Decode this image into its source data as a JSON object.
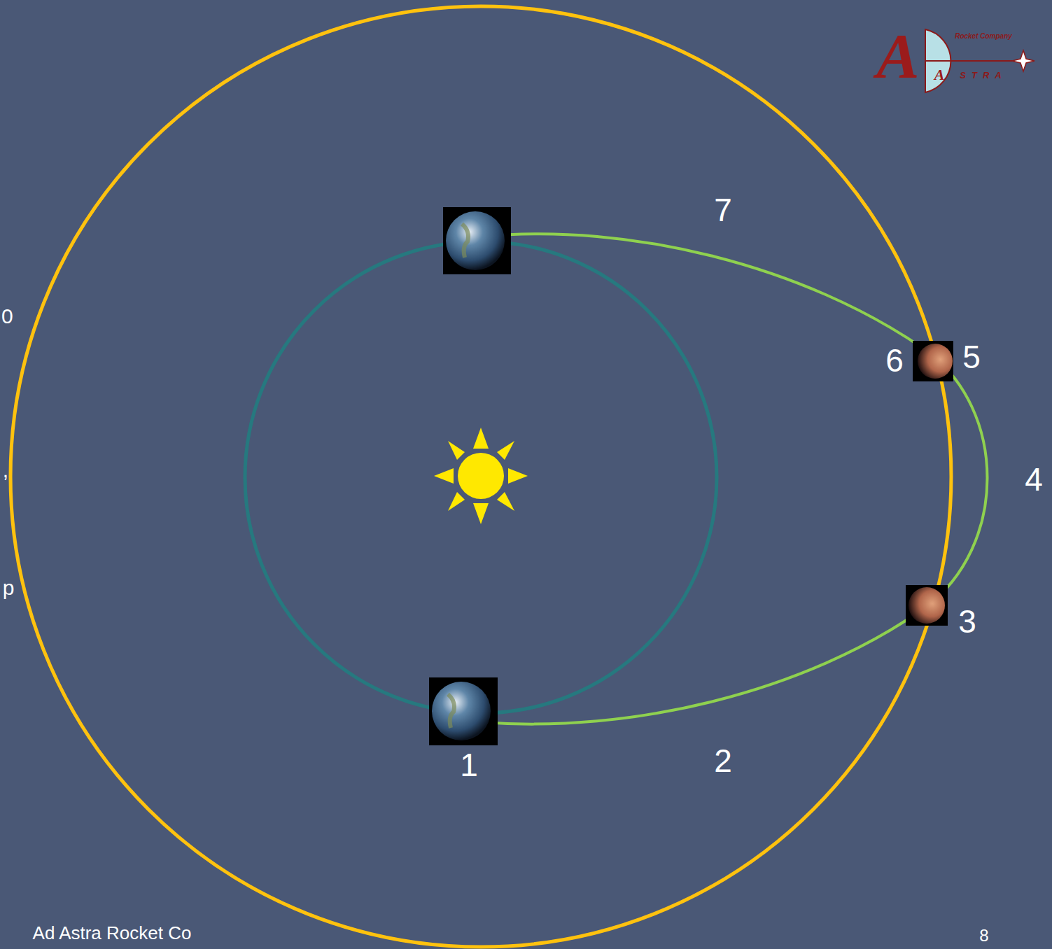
{
  "diagram": {
    "labels": [
      "7",
      "6",
      "5",
      "4",
      "3",
      "2",
      "1",
      "8",
      "0",
      ",",
      "p",
      "Ad Astra Rocket Co",
      "Rocket Company",
      "A",
      "A",
      "STRA"
    ]
  }
}
